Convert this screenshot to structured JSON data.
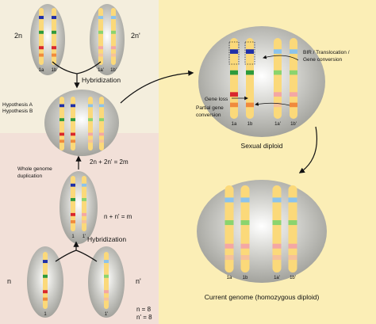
{
  "labels": {
    "2n": "2n",
    "2n_prime": "2n'",
    "n": "n",
    "n_prime": "n'",
    "hybridization_top": "Hybridization",
    "hybridization_bottom": "Hybridization",
    "hypothesis_a": "Hypothesis A",
    "hypothesis_b": "Hypothesis B",
    "sum_2m": "2n + 2n' = 2m",
    "whole_genome_line1": "Whole genome",
    "whole_genome_line2": "duplication",
    "sum_m": "n + n' = m",
    "n_eq_8": "n = 8",
    "n_prime_eq_8": "n' = 8",
    "bir_line1": "BIR / Translocation /",
    "bir_line2": "Gene conversion",
    "gene_loss": "Gene loss",
    "partial_line1": "Partial gene",
    "partial_line2": "conversion",
    "sexual_diploid": "Sexual diploid",
    "current_genome": "Current genome (homozygous diploid)"
  },
  "chrom_labels": {
    "c1a": "1a",
    "c1b": "1b",
    "c1ap": "1a'",
    "c1bp": "1b'",
    "c1": "1",
    "c1p": "1'"
  },
  "colors": {
    "left_top_bg": "#f4eedd",
    "left_bottom_bg": "#f2e0d8",
    "right_bg": "#fbeeb6",
    "cell_fill": "#a9a9a4",
    "chromosome": "#fbd97a",
    "band_blue": "#1f2fa8",
    "band_green": "#2e9a3c",
    "band_red": "#d9272d",
    "band_orange": "#f08a3c",
    "band_light_blue": "#8cc3ec",
    "band_light_green": "#8bd46e",
    "band_pink": "#f4a7a4",
    "band_peach": "#f6c19a"
  }
}
